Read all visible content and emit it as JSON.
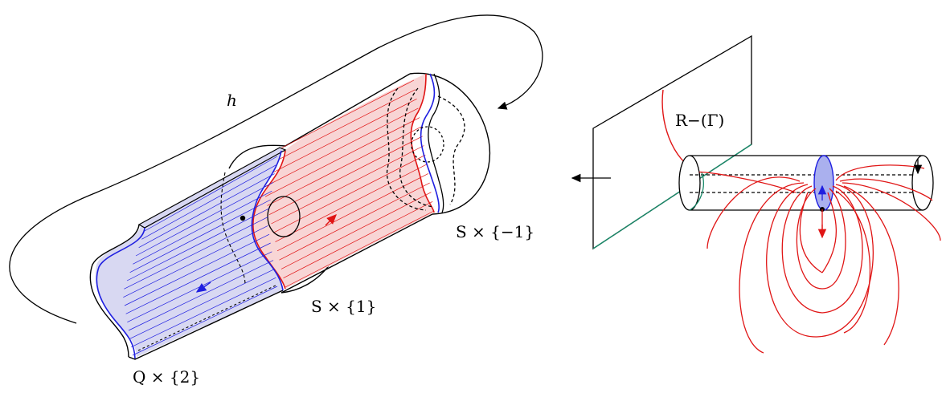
{
  "labels": {
    "h": "h",
    "s_minus1": "S × {−1}",
    "s_1": "S × {1}",
    "q_2": "Q × {2}",
    "r_gamma": "R−(Γ)"
  },
  "colors": {
    "blue": "#1f1fe0",
    "blue_fill": "#d8d8f2",
    "red": "#e01515",
    "red_fill": "#f8d5d5",
    "teal": "#1a8a6a",
    "black": "#000000"
  }
}
